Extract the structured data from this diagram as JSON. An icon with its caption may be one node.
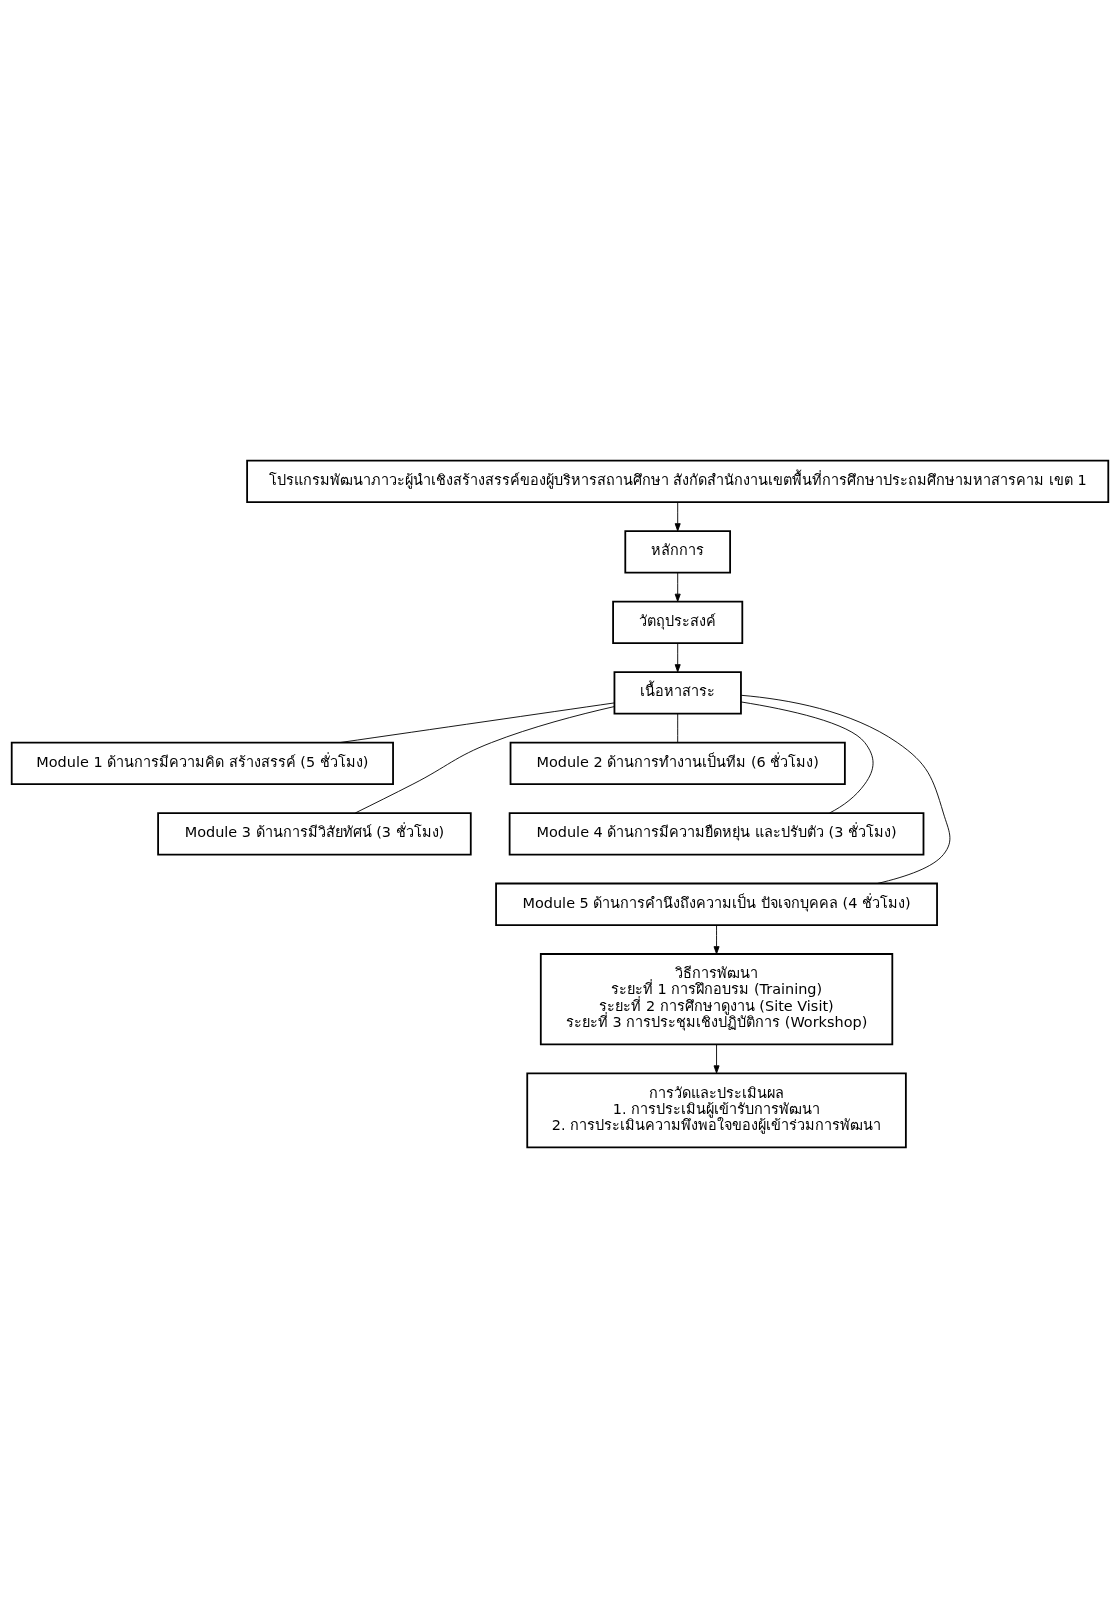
{
  "diagram": {
    "nodes": [
      {
        "text": [
          "โปรแกรมพัฒนาภาวะผู้นำเชิงสร้างสรรค์ของผู้บริหารสถานศึกษา สังกัดสำนักงานเขตพื้นที่การศึกษาประถมศึกษามหาสารคาม เขต 1"
        ]
      },
      {
        "text": [
          "หลักการ"
        ]
      },
      {
        "text": [
          "วัตถุประสงค์"
        ]
      },
      {
        "text": [
          "เนื้อหาสาระ"
        ]
      },
      {
        "text": [
          "Module 1 ด้านการมีความคิด สร้างสรรค์ (5 ชั่วโมง)"
        ]
      },
      {
        "text": [
          "Module 2 ด้านการทำงานเป็นทีม (6 ชั่วโมง)"
        ]
      },
      {
        "text": [
          "Module 3 ด้านการมีวิสัยทัศน์ (3 ชั่วโมง)"
        ]
      },
      {
        "text": [
          "Module 4 ด้านการมีความยืดหยุ่น และปรับตัว (3 ชั่วโมง)"
        ]
      },
      {
        "text": [
          "Module 5 ด้านการคำนึงถึงความเป็น ปัจเจกบุคคล (4 ชั่วโมง)"
        ]
      },
      {
        "text": [
          "วิธีการพัฒนา",
          "ระยะที่ 1 การฝึกอบรม (Training)",
          "ระยะที่ 2 การศึกษาดูงาน (Site Visit)",
          "ระยะที่ 3 การประชุมเชิงปฏิบัติการ (Workshop)"
        ]
      },
      {
        "text": [
          "การวัดและประเมินผล",
          "1. การประเมินผู้เข้ารับการพัฒนา",
          "2. การประเมินความพึงพอใจของผู้เข้าร่วมการพัฒนา"
        ]
      }
    ],
    "edges": [
      {
        "from": 0,
        "to": 1,
        "arrow": "to"
      },
      {
        "from": 1,
        "to": 2,
        "arrow": "to"
      },
      {
        "from": 2,
        "to": 3,
        "arrow": "to"
      },
      {
        "from": 3,
        "to": 4,
        "arrow": "none"
      },
      {
        "from": 3,
        "to": 5,
        "arrow": "none"
      },
      {
        "from": 3,
        "to": 6,
        "arrow": "none"
      },
      {
        "from": 3,
        "to": 7,
        "arrow": "none"
      },
      {
        "from": 3,
        "to": 8,
        "arrow": "none"
      },
      {
        "from": 8,
        "to": 9,
        "arrow": "to"
      },
      {
        "from": 9,
        "to": 10,
        "arrow": "to"
      }
    ]
  }
}
